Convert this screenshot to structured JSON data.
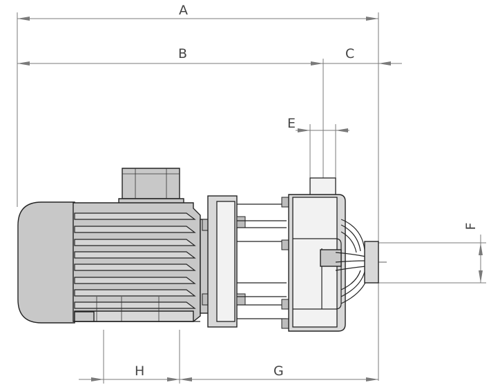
{
  "dimensions": {
    "a": "A",
    "b": "B",
    "c": "C",
    "e": "E",
    "f": "F",
    "g": "G",
    "h": "H"
  }
}
